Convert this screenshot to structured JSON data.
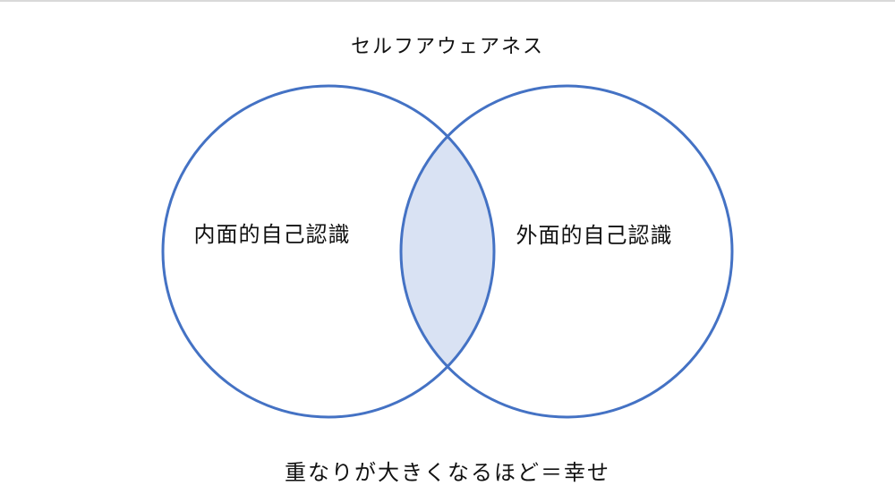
{
  "diagram": {
    "title": "セルフアウェアネス",
    "left_circle_label": "内面的自己認識",
    "right_circle_label": "外面的自己認識",
    "footer": "重なりが大きくなるほど＝幸せ",
    "colors": {
      "circle_stroke": "#4472c4",
      "overlap_fill": "#d9e2f3",
      "background": "#ffffff",
      "text": "#111111"
    }
  }
}
